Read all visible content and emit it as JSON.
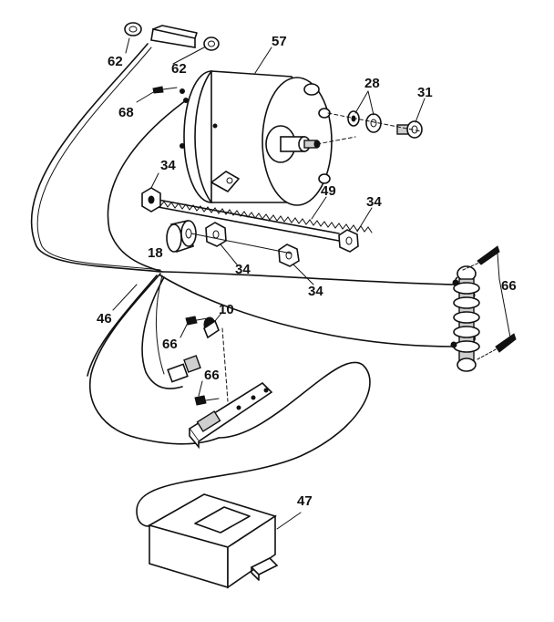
{
  "callouts": {
    "c57": "57",
    "c62a": "62",
    "c62b": "62",
    "c68": "68",
    "c28": "28",
    "c31": "31",
    "c34a": "34",
    "c34b": "34",
    "c34c": "34",
    "c34d": "34",
    "c49": "49",
    "c18": "18",
    "c46": "46",
    "c10": "10",
    "c66a": "66",
    "c66b": "66",
    "c66c": "66",
    "c47": "47"
  }
}
